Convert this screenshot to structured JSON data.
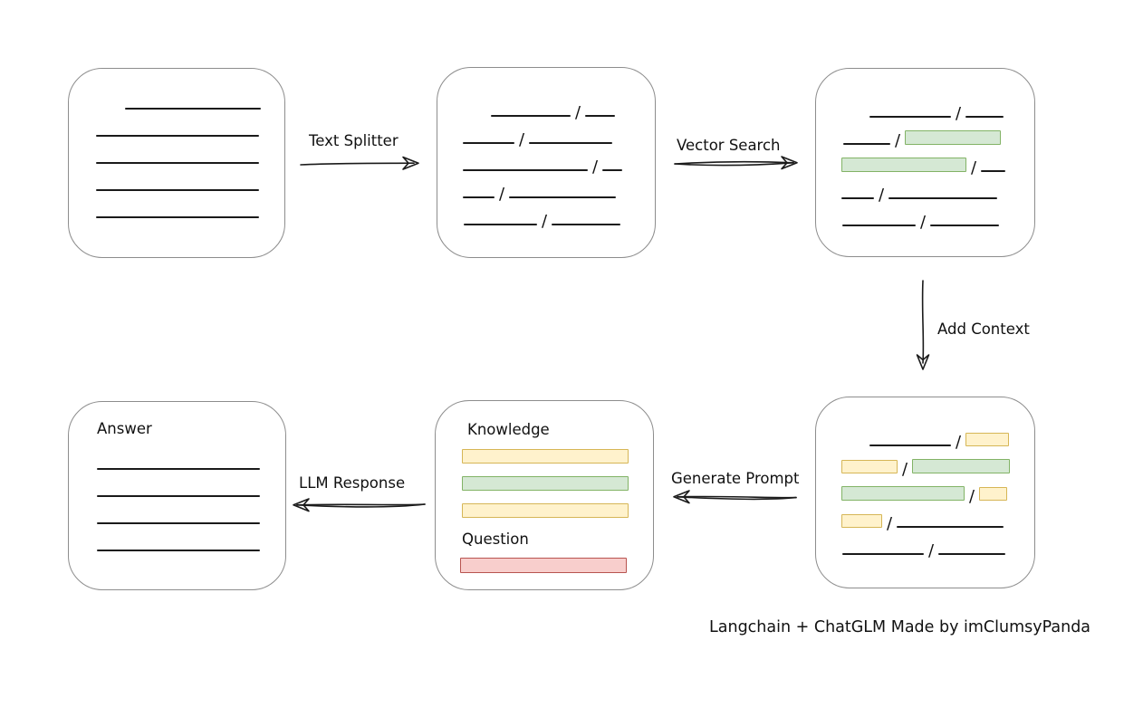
{
  "caption": "Langchain + ChatGLM Made by imClumsyPanda",
  "slash_char": "/",
  "colors": {
    "green_fill": "#d5e8d4",
    "green_border": "#82b366",
    "yellow_fill": "#fff2cc",
    "yellow_border": "#d6b656",
    "red_fill": "#f8cecc",
    "red_border": "#b85450",
    "ink": "#1a1a1a",
    "box_border": "#8d8d8d"
  },
  "labels": {
    "text_splitter": "Text Splitter",
    "vector_search": "Vector Search",
    "add_context": "Add Context",
    "generate_prompt": "Generate Prompt",
    "llm_response": "LLM Response",
    "knowledge": "Knowledge",
    "question": "Question",
    "answer": "Answer"
  },
  "boxes": {
    "source_document": {
      "lines": [
        {
          "indent": 62,
          "w": 150
        },
        {
          "indent": 30,
          "w": 180
        },
        {
          "indent": 30,
          "w": 180
        },
        {
          "indent": 30,
          "w": 180
        },
        {
          "indent": 30,
          "w": 180
        }
      ]
    },
    "split_chunks": {
      "rows": [
        {
          "indent": 59,
          "segs": [
            {
              "t": "line",
              "w": 88
            },
            {
              "t": "slash"
            },
            {
              "t": "line",
              "w": 33
            }
          ]
        },
        {
          "indent": 28,
          "segs": [
            {
              "t": "line",
              "w": 57
            },
            {
              "t": "slash"
            },
            {
              "t": "line",
              "w": 92
            }
          ]
        },
        {
          "indent": 28,
          "segs": [
            {
              "t": "line",
              "w": 138
            },
            {
              "t": "slash"
            },
            {
              "t": "line",
              "w": 22
            }
          ]
        },
        {
          "indent": 28,
          "segs": [
            {
              "t": "line",
              "w": 35
            },
            {
              "t": "slash"
            },
            {
              "t": "line",
              "w": 118
            }
          ]
        },
        {
          "indent": 29,
          "segs": [
            {
              "t": "line",
              "w": 81
            },
            {
              "t": "slash"
            },
            {
              "t": "line",
              "w": 76
            }
          ]
        }
      ]
    },
    "vector_search_result": {
      "rows": [
        {
          "indent": 59,
          "segs": [
            {
              "t": "line",
              "w": 90
            },
            {
              "t": "slash"
            },
            {
              "t": "line",
              "w": 42
            }
          ]
        },
        {
          "indent": 30,
          "segs": [
            {
              "t": "line",
              "w": 52
            },
            {
              "t": "slash"
            },
            {
              "t": "green",
              "w": 106
            }
          ]
        },
        {
          "indent": 28,
          "segs": [
            {
              "t": "green",
              "w": 138
            },
            {
              "t": "slash"
            },
            {
              "t": "line",
              "w": 27
            }
          ]
        },
        {
          "indent": 28,
          "segs": [
            {
              "t": "line",
              "w": 36
            },
            {
              "t": "slash"
            },
            {
              "t": "line",
              "w": 120
            }
          ]
        },
        {
          "indent": 29,
          "segs": [
            {
              "t": "line",
              "w": 81
            },
            {
              "t": "slash"
            },
            {
              "t": "line",
              "w": 76
            }
          ]
        }
      ]
    },
    "context_chunks": {
      "rows": [
        {
          "indent": 59,
          "segs": [
            {
              "t": "line",
              "w": 90
            },
            {
              "t": "slash"
            },
            {
              "t": "yellow",
              "w": 48
            }
          ]
        },
        {
          "indent": 28,
          "segs": [
            {
              "t": "yellow",
              "w": 62
            },
            {
              "t": "slash"
            },
            {
              "t": "green",
              "w": 108
            }
          ]
        },
        {
          "indent": 28,
          "segs": [
            {
              "t": "green",
              "w": 136
            },
            {
              "t": "slash"
            },
            {
              "t": "yellow",
              "w": 31
            }
          ]
        },
        {
          "indent": 28,
          "segs": [
            {
              "t": "yellow",
              "w": 45
            },
            {
              "t": "slash"
            },
            {
              "t": "line",
              "w": 118
            }
          ]
        },
        {
          "indent": 29,
          "segs": [
            {
              "t": "line",
              "w": 90
            },
            {
              "t": "slash"
            },
            {
              "t": "line",
              "w": 74
            }
          ]
        }
      ]
    },
    "prompt": {
      "knowledge_bars": [
        {
          "color": "yellow"
        },
        {
          "color": "green"
        },
        {
          "color": "yellow"
        }
      ],
      "question_bars": [
        {
          "color": "red"
        }
      ]
    },
    "answer": {
      "lines": [
        {
          "indent": 31,
          "w": 180
        },
        {
          "indent": 31,
          "w": 180
        },
        {
          "indent": 31,
          "w": 180
        },
        {
          "indent": 31,
          "w": 180
        }
      ]
    }
  }
}
